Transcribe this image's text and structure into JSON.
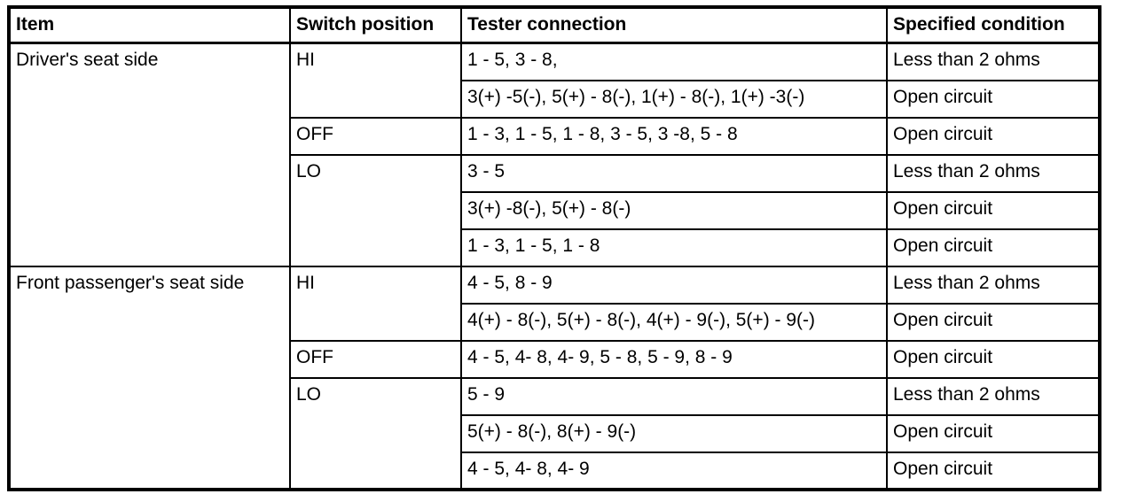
{
  "table": {
    "headers": {
      "item": "Item",
      "switch_position": "Switch position",
      "tester_connection": "Tester connection",
      "specified_condition": "Specified condition"
    },
    "colors": {
      "border": "#000000",
      "background": "#ffffff",
      "text": "#000000"
    },
    "sections": [
      {
        "item": "Driver's seat side",
        "groups": [
          {
            "switch": "HI",
            "rows": [
              [
                "1 - 5, 3 - 8,",
                "Less than 2 ohms"
              ],
              [
                "3(+) -5(-), 5(+) - 8(-), 1(+) - 8(-), 1(+) -3(-)",
                "Open circuit"
              ]
            ]
          },
          {
            "switch": "OFF",
            "rows": [
              [
                "1 - 3, 1 - 5, 1 - 8, 3 - 5, 3 -8, 5 - 8",
                "Open circuit"
              ]
            ]
          },
          {
            "switch": "LO",
            "rows": [
              [
                "3 - 5",
                "Less than 2 ohms"
              ],
              [
                "3(+) -8(-), 5(+) - 8(-)",
                "Open circuit"
              ],
              [
                "1 - 3, 1 - 5, 1 - 8",
                "Open circuit"
              ]
            ]
          }
        ]
      },
      {
        "item": "Front passenger's seat side",
        "groups": [
          {
            "switch": "HI",
            "rows": [
              [
                "4 - 5, 8 - 9",
                "Less than 2 ohms"
              ],
              [
                "4(+) - 8(-), 5(+) - 8(-), 4(+) - 9(-), 5(+) - 9(-)",
                "Open circuit"
              ]
            ]
          },
          {
            "switch": "OFF",
            "rows": [
              [
                "4 - 5, 4- 8, 4- 9, 5 - 8, 5 - 9, 8 - 9",
                "Open circuit"
              ]
            ]
          },
          {
            "switch": "LO",
            "rows": [
              [
                "5 - 9",
                "Less than 2 ohms"
              ],
              [
                "5(+) - 8(-), 8(+) - 9(-)",
                "Open circuit"
              ],
              [
                "4 - 5, 4- 8, 4- 9",
                "Open circuit"
              ]
            ]
          }
        ]
      }
    ]
  }
}
